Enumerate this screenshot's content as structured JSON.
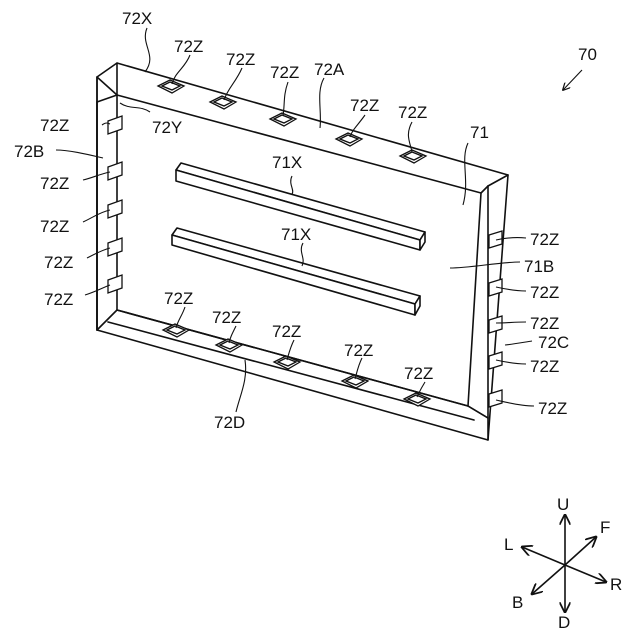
{
  "labels": {
    "assembly": "70",
    "panel": "71",
    "rib_upper": "71X",
    "rib_lower": "71X",
    "panel_face": "71B",
    "frame_top": "72A",
    "frame_left": "72B",
    "frame_right": "72C",
    "frame_bottom": "72D",
    "frame_corner_top": "72X",
    "frame_inner_top": "72Y",
    "slot": "72Z"
  },
  "slot_labels": {
    "top": [
      "72Z",
      "72Z",
      "72Z",
      "72Z",
      "72Z"
    ],
    "left": [
      "72Z",
      "72Z",
      "72Z",
      "72Z",
      "72Z"
    ],
    "right": [
      "72Z",
      "72Z",
      "72Z",
      "72Z",
      "72Z"
    ],
    "bottom": [
      "72Z",
      "72Z",
      "72Z",
      "72Z",
      "72Z"
    ]
  },
  "axes": {
    "up": "U",
    "down": "D",
    "left": "L",
    "right": "R",
    "front": "F",
    "back": "B"
  }
}
